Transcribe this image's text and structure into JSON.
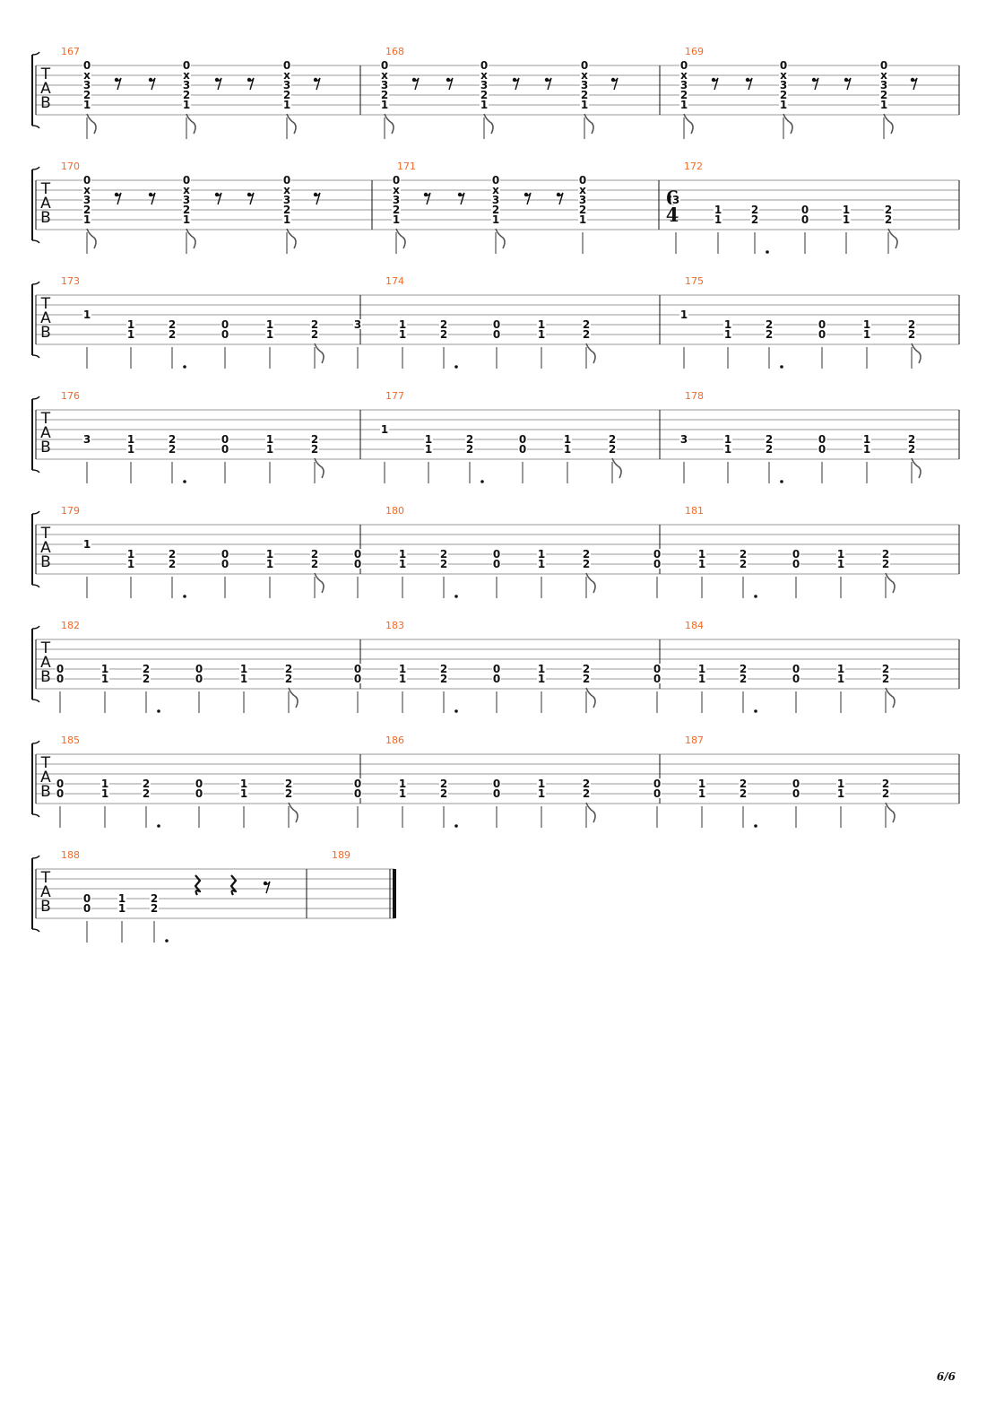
{
  "page_number": "6/6",
  "tab_clef": [
    "T",
    "A",
    "B"
  ],
  "time_signature": {
    "top": "6",
    "bottom": "4"
  },
  "systems": [
    {
      "measures": [
        {
          "number": "167",
          "pattern": "A"
        },
        {
          "number": "168",
          "pattern": "A"
        },
        {
          "number": "169",
          "pattern": "A"
        }
      ]
    },
    {
      "measures": [
        {
          "number": "170",
          "pattern": "A"
        },
        {
          "number": "171",
          "pattern": "A2"
        },
        {
          "number": "172",
          "pattern": "B",
          "timesig": true
        }
      ]
    },
    {
      "measures": [
        {
          "number": "173",
          "pattern": "C1"
        },
        {
          "number": "174",
          "pattern": "C3"
        },
        {
          "number": "175",
          "pattern": "C1"
        }
      ]
    },
    {
      "measures": [
        {
          "number": "176",
          "pattern": "C3low"
        },
        {
          "number": "177",
          "pattern": "C1"
        },
        {
          "number": "178",
          "pattern": "C3low"
        }
      ]
    },
    {
      "measures": [
        {
          "number": "179",
          "pattern": "C1"
        },
        {
          "number": "180",
          "pattern": "D"
        },
        {
          "number": "181",
          "pattern": "D"
        }
      ]
    },
    {
      "measures": [
        {
          "number": "182",
          "pattern": "D"
        },
        {
          "number": "183",
          "pattern": "D"
        },
        {
          "number": "184",
          "pattern": "D"
        }
      ]
    },
    {
      "measures": [
        {
          "number": "185",
          "pattern": "D"
        },
        {
          "number": "186",
          "pattern": "D"
        },
        {
          "number": "187",
          "pattern": "D"
        }
      ]
    },
    {
      "measures": [
        {
          "number": "188",
          "pattern": "E"
        },
        {
          "number": "189",
          "pattern": "empty",
          "final": true
        }
      ]
    }
  ],
  "patterns": {
    "A": [
      {
        "frets": [
          "0",
          "x",
          "3",
          "2",
          "1"
        ],
        "kind": "flag8"
      },
      {
        "kind": "rest8"
      },
      {
        "kind": "rest8"
      },
      {
        "frets": [
          "0",
          "x",
          "3",
          "2",
          "1"
        ],
        "kind": "flag8"
      },
      {
        "kind": "rest8"
      },
      {
        "kind": "rest8"
      },
      {
        "frets": [
          "0",
          "x",
          "3",
          "2",
          "1"
        ],
        "kind": "flag8"
      },
      {
        "kind": "rest8"
      }
    ],
    "A2": [
      {
        "frets": [
          "0",
          "x",
          "3",
          "2",
          "1"
        ],
        "kind": "flag8"
      },
      {
        "kind": "rest8"
      },
      {
        "kind": "rest8"
      },
      {
        "frets": [
          "0",
          "x",
          "3",
          "2",
          "1"
        ],
        "kind": "flag8"
      },
      {
        "kind": "rest8"
      },
      {
        "kind": "rest8"
      },
      {
        "frets": [
          "0",
          "x",
          "3",
          "2",
          "1"
        ],
        "kind": "stem"
      }
    ],
    "B": [
      {
        "frets": [
          "3",
          "",
          ""
        ],
        "kind": "stem"
      },
      {
        "frets": [
          "",
          "1",
          "1"
        ],
        "kind": "stem"
      },
      {
        "frets": [
          "",
          "2",
          "2"
        ],
        "kind": "dotted"
      },
      {
        "frets": [
          "",
          "0",
          "0"
        ],
        "kind": "stem"
      },
      {
        "frets": [
          "",
          "1",
          "1"
        ],
        "kind": "stem"
      },
      {
        "frets": [
          "",
          "2",
          "2"
        ],
        "kind": "flag8"
      }
    ],
    "C1": [
      {
        "frets": [
          "1",
          "",
          ""
        ],
        "kind": "stem"
      },
      {
        "frets": [
          "",
          "1",
          "1"
        ],
        "kind": "stem"
      },
      {
        "frets": [
          "",
          "2",
          "2"
        ],
        "kind": "dotted"
      },
      {
        "frets": [
          "",
          "0",
          "0"
        ],
        "kind": "stem"
      },
      {
        "frets": [
          "",
          "1",
          "1"
        ],
        "kind": "stem"
      },
      {
        "frets": [
          "",
          "2",
          "2"
        ],
        "kind": "flag8"
      }
    ],
    "C3": [
      {
        "frets": [
          "",
          "3",
          ""
        ],
        "kind": "stem"
      },
      {
        "frets": [
          "",
          "1",
          "1"
        ],
        "kind": "stem"
      },
      {
        "frets": [
          "",
          "2",
          "2"
        ],
        "kind": "dotted"
      },
      {
        "frets": [
          "",
          "0",
          "0"
        ],
        "kind": "stem"
      },
      {
        "frets": [
          "",
          "1",
          "1"
        ],
        "kind": "stem"
      },
      {
        "frets": [
          "",
          "2",
          "2"
        ],
        "kind": "flag8"
      }
    ],
    "C3low": [
      {
        "frets": [
          "",
          "3",
          ""
        ],
        "kind": "stem"
      },
      {
        "frets": [
          "",
          "1",
          "1"
        ],
        "kind": "stem"
      },
      {
        "frets": [
          "",
          "2",
          "2"
        ],
        "kind": "dotted"
      },
      {
        "frets": [
          "",
          "0",
          "0"
        ],
        "kind": "stem"
      },
      {
        "frets": [
          "",
          "1",
          "1"
        ],
        "kind": "stem"
      },
      {
        "frets": [
          "",
          "2",
          "2"
        ],
        "kind": "flag8"
      }
    ],
    "D": [
      {
        "frets": [
          "",
          "0",
          "0"
        ],
        "kind": "stem"
      },
      {
        "frets": [
          "",
          "1",
          "1"
        ],
        "kind": "stem"
      },
      {
        "frets": [
          "",
          "2",
          "2"
        ],
        "kind": "dotted"
      },
      {
        "frets": [
          "",
          "0",
          "0"
        ],
        "kind": "stem"
      },
      {
        "frets": [
          "",
          "1",
          "1"
        ],
        "kind": "stem"
      },
      {
        "frets": [
          "",
          "2",
          "2"
        ],
        "kind": "flag8"
      }
    ],
    "E": [
      {
        "frets": [
          "",
          "0",
          "0"
        ],
        "kind": "stem"
      },
      {
        "frets": [
          "",
          "1",
          "1"
        ],
        "kind": "stem"
      },
      {
        "frets": [
          "",
          "2",
          "2"
        ],
        "kind": "dotted"
      },
      {
        "kind": "restq"
      },
      {
        "kind": "restq"
      },
      {
        "kind": "rest8"
      }
    ],
    "empty": []
  },
  "colors": {
    "measure_number": "#f06a28",
    "staff_line": "#9a9a9a",
    "ink": "#111111",
    "stem": "#555555"
  }
}
